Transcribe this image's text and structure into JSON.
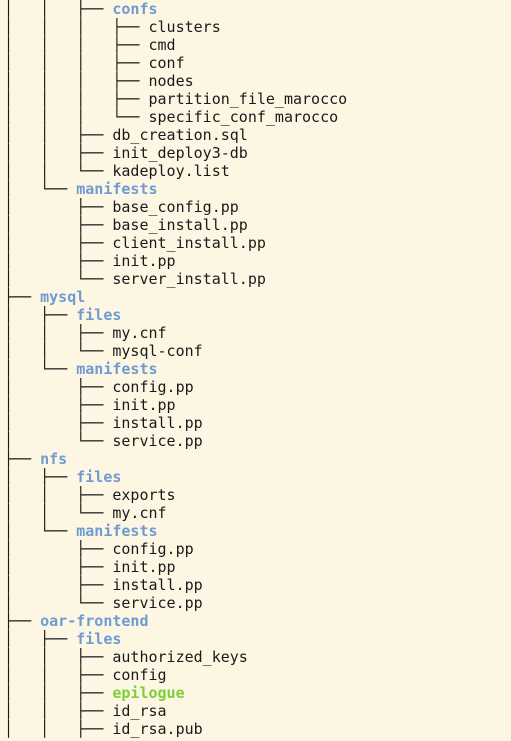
{
  "tree_lines": [
    {
      "prefix": "│   │   ├── ",
      "name": "confs",
      "kind": "dir"
    },
    {
      "prefix": "│   │   │   ├── ",
      "name": "clusters",
      "kind": "file"
    },
    {
      "prefix": "│   │   │   ├── ",
      "name": "cmd",
      "kind": "file"
    },
    {
      "prefix": "│   │   │   ├── ",
      "name": "conf",
      "kind": "file"
    },
    {
      "prefix": "│   │   │   ├── ",
      "name": "nodes",
      "kind": "file"
    },
    {
      "prefix": "│   │   │   ├── ",
      "name": "partition_file_marocco",
      "kind": "file"
    },
    {
      "prefix": "│   │   │   └── ",
      "name": "specific_conf_marocco",
      "kind": "file"
    },
    {
      "prefix": "│   │   ├── ",
      "name": "db_creation.sql",
      "kind": "file"
    },
    {
      "prefix": "│   │   ├── ",
      "name": "init_deploy3-db",
      "kind": "file"
    },
    {
      "prefix": "│   │   └── ",
      "name": "kadeploy.list",
      "kind": "file"
    },
    {
      "prefix": "│   └── ",
      "name": "manifests",
      "kind": "dir"
    },
    {
      "prefix": "│       ├── ",
      "name": "base_config.pp",
      "kind": "file"
    },
    {
      "prefix": "│       ├── ",
      "name": "base_install.pp",
      "kind": "file"
    },
    {
      "prefix": "│       ├── ",
      "name": "client_install.pp",
      "kind": "file"
    },
    {
      "prefix": "│       ├── ",
      "name": "init.pp",
      "kind": "file"
    },
    {
      "prefix": "│       └── ",
      "name": "server_install.pp",
      "kind": "file"
    },
    {
      "prefix": "├── ",
      "name": "mysql",
      "kind": "dir"
    },
    {
      "prefix": "│   ├── ",
      "name": "files",
      "kind": "dir"
    },
    {
      "prefix": "│   │   ├── ",
      "name": "my.cnf",
      "kind": "file"
    },
    {
      "prefix": "│   │   └── ",
      "name": "mysql-conf",
      "kind": "file"
    },
    {
      "prefix": "│   └── ",
      "name": "manifests",
      "kind": "dir"
    },
    {
      "prefix": "│       ├── ",
      "name": "config.pp",
      "kind": "file"
    },
    {
      "prefix": "│       ├── ",
      "name": "init.pp",
      "kind": "file"
    },
    {
      "prefix": "│       ├── ",
      "name": "install.pp",
      "kind": "file"
    },
    {
      "prefix": "│       └── ",
      "name": "service.pp",
      "kind": "file"
    },
    {
      "prefix": "├── ",
      "name": "nfs",
      "kind": "dir"
    },
    {
      "prefix": "│   ├── ",
      "name": "files",
      "kind": "dir"
    },
    {
      "prefix": "│   │   ├── ",
      "name": "exports",
      "kind": "file"
    },
    {
      "prefix": "│   │   └── ",
      "name": "my.cnf",
      "kind": "file"
    },
    {
      "prefix": "│   └── ",
      "name": "manifests",
      "kind": "dir"
    },
    {
      "prefix": "│       ├── ",
      "name": "config.pp",
      "kind": "file"
    },
    {
      "prefix": "│       ├── ",
      "name": "init.pp",
      "kind": "file"
    },
    {
      "prefix": "│       ├── ",
      "name": "install.pp",
      "kind": "file"
    },
    {
      "prefix": "│       └── ",
      "name": "service.pp",
      "kind": "file"
    },
    {
      "prefix": "├── ",
      "name": "oar-frontend",
      "kind": "dir"
    },
    {
      "prefix": "│   ├── ",
      "name": "files",
      "kind": "dir"
    },
    {
      "prefix": "│   │   ├── ",
      "name": "authorized_keys",
      "kind": "file"
    },
    {
      "prefix": "│   │   ├── ",
      "name": "config",
      "kind": "file"
    },
    {
      "prefix": "│   │   ├── ",
      "name": "epilogue",
      "kind": "exec"
    },
    {
      "prefix": "│   │   ├── ",
      "name": "id_rsa",
      "kind": "file"
    },
    {
      "prefix": "│   │   ├── ",
      "name": "id_rsa.pub",
      "kind": "file"
    }
  ],
  "colors": {
    "background": "#fdf6e3",
    "directory": "#6e9bd1",
    "executable": "#7fcf3a",
    "text": "#1a1a1a"
  }
}
